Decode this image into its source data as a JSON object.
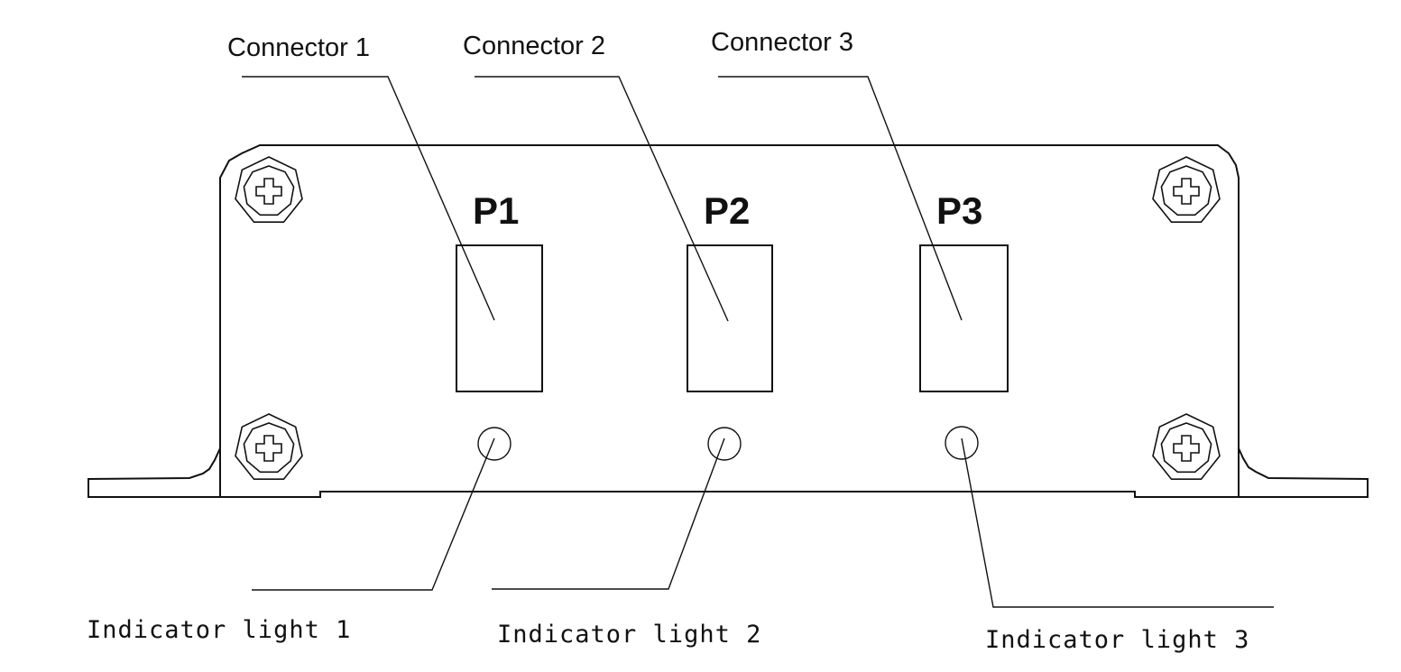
{
  "diagram": {
    "type": "panel-connector-layout",
    "stroke_color": "#111111",
    "background": "#ffffff"
  },
  "connectors": [
    {
      "label": "Connector 1",
      "port": "P1"
    },
    {
      "label": "Connector 2",
      "port": "P2"
    },
    {
      "label": "Connector 3",
      "port": "P3"
    }
  ],
  "indicators": [
    {
      "label": "Indicator light 1"
    },
    {
      "label": "Indicator light 2"
    },
    {
      "label": "Indicator light 3"
    }
  ],
  "screws": [
    {
      "position": "top-left",
      "icon": "phillips-screw-icon"
    },
    {
      "position": "top-right",
      "icon": "phillips-screw-icon"
    },
    {
      "position": "bottom-left",
      "icon": "phillips-screw-icon"
    },
    {
      "position": "bottom-right",
      "icon": "phillips-screw-icon"
    }
  ]
}
